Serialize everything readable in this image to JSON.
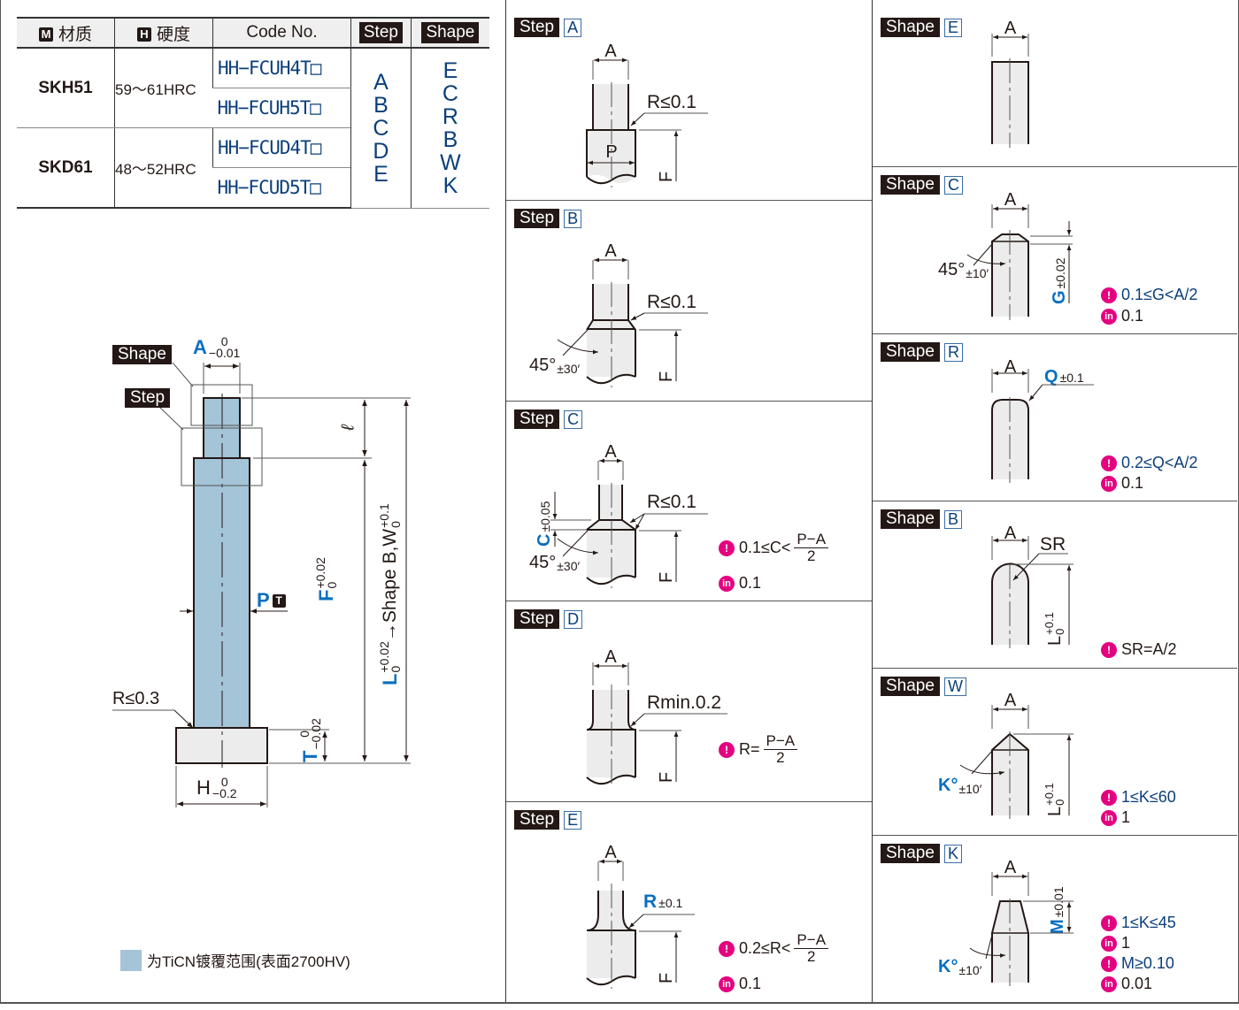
{
  "table": {
    "headers": {
      "material_badge": "M",
      "material": "材质",
      "hardness_badge": "H",
      "hardness": "硬度",
      "code": "Code No.",
      "step": "Step",
      "shape": "Shape"
    },
    "rows": [
      {
        "material": "SKH51",
        "hardness": "59～61HRC",
        "codes": [
          "HH−FCUH4T□",
          "HH−FCUH5T□"
        ]
      },
      {
        "material": "SKD61",
        "hardness": "48～52HRC",
        "codes": [
          "HH−FCUD4T□",
          "HH−FCUD5T□"
        ]
      }
    ],
    "step_options": [
      "A",
      "B",
      "C",
      "D",
      "E"
    ],
    "shape_options": [
      "E",
      "C",
      "R",
      "B",
      "W",
      "K"
    ]
  },
  "main_drawing": {
    "shape_label": "Shape",
    "step_label": "Step",
    "dim_a": "A",
    "dim_a_tol_upper": "0",
    "dim_a_tol_lower": "−0.01",
    "dim_l_small": "ℓ",
    "dim_p": "P",
    "dim_p_badge": "T",
    "dim_f": "F",
    "dim_f_tol_upper": "+0.02",
    "dim_f_tol_lower": "0",
    "dim_l": "L",
    "dim_l_tol_upper": "+0.02",
    "dim_l_tol_lower": "0",
    "dim_l_note": "→Shape B,W",
    "dim_l_note_tol_upper": "+0.1",
    "dim_l_note_tol_lower": "0",
    "dim_r": "R≤0.3",
    "dim_t": "T",
    "dim_t_tol_upper": "0",
    "dim_t_tol_lower": "−0.02",
    "dim_h": "H",
    "dim_h_tol_upper": "0",
    "dim_h_tol_lower": "−0.2"
  },
  "legend": {
    "text": "为TiCN镀覆范围(表面2700HV)",
    "color": "#a4c4d8"
  },
  "colors": {
    "accent_blue": "#0b3f7a",
    "dim_blue": "#0a6fbf",
    "condition_pink": "#e4007f",
    "coating": "#a4c4d8"
  },
  "steps": [
    {
      "tag": "Step",
      "letter": "A",
      "dim_a": "A",
      "dim_p": "P",
      "dim_f": "F",
      "radius": "R≤0.1"
    },
    {
      "tag": "Step",
      "letter": "B",
      "dim_a": "A",
      "dim_f": "F",
      "radius": "R≤0.1",
      "angle": "45°",
      "angle_tol": "±30′"
    },
    {
      "tag": "Step",
      "letter": "C",
      "dim_a": "A",
      "dim_f": "F",
      "radius": "R≤0.1",
      "angle": "45°",
      "angle_tol": "±30′",
      "dim_c": "C",
      "dim_c_tol": "±0.05",
      "condition": {
        "prefix": "0.1≤C<",
        "num": "P−A",
        "den": "2"
      },
      "increment": "0.1"
    },
    {
      "tag": "Step",
      "letter": "D",
      "dim_a": "A",
      "dim_f": "F",
      "radius": "Rmin.0.2",
      "condition": {
        "prefix": "R=",
        "num": "P−A",
        "den": "2"
      }
    },
    {
      "tag": "Step",
      "letter": "E",
      "dim_a": "A",
      "dim_f": "F",
      "radius": "R",
      "radius_tol": "±0.1",
      "condition": {
        "prefix": "0.2≤R<",
        "num": "P−A",
        "den": "2"
      },
      "increment": "0.1"
    }
  ],
  "shapes": [
    {
      "tag": "Shape",
      "letter": "E",
      "dim_a": "A"
    },
    {
      "tag": "Shape",
      "letter": "C",
      "dim_a": "A",
      "angle": "45°",
      "angle_tol": "±10′",
      "dim_g": "G",
      "dim_g_tol": "±0.02",
      "condition": "0.1≤G<A/2",
      "increment": "0.1"
    },
    {
      "tag": "Shape",
      "letter": "R",
      "dim_a": "A",
      "dim_q": "Q",
      "dim_q_tol": "±0.1",
      "condition": "0.2≤Q<A/2",
      "increment": "0.1"
    },
    {
      "tag": "Shape",
      "letter": "B",
      "dim_a": "A",
      "dim_sr": "SR",
      "dim_l": "L",
      "dim_l_tol_upper": "+0.1",
      "dim_l_tol_lower": "0",
      "condition": "SR=A/2"
    },
    {
      "tag": "Shape",
      "letter": "W",
      "dim_a": "A",
      "dim_k": "K°",
      "dim_k_tol": "±10′",
      "dim_l": "L",
      "dim_l_tol_upper": "+0.1",
      "dim_l_tol_lower": "0",
      "condition": "1≤K≤60",
      "increment": "1"
    },
    {
      "tag": "Shape",
      "letter": "K",
      "dim_a": "A",
      "dim_k": "K°",
      "dim_k_tol": "±10′",
      "dim_m": "M",
      "dim_m_tol": "±0.01",
      "condition": "1≤K≤45",
      "increment": "1",
      "condition2": "M≥0.10",
      "increment2": "0.01"
    }
  ],
  "icons": {
    "condition": "exclamation-icon",
    "increment": "in-increment-icon",
    "condition_glyph": "!",
    "increment_glyph": "in"
  }
}
